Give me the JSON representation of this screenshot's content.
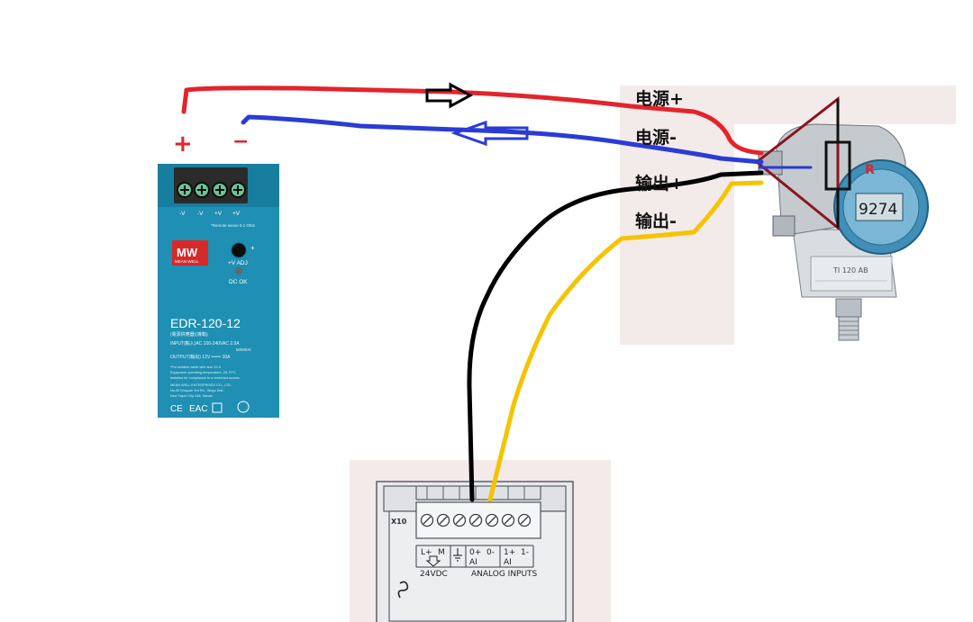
{
  "power_supply": {
    "polarity_plus": "+",
    "polarity_minus": "−",
    "terminals": [
      "-V",
      "-V",
      "+V",
      "+V"
    ],
    "terminal_note": "*Remote sense 5.1 Ohm",
    "brand": "MW",
    "brand_sub": "MEAN WELL",
    "adj_label": "+V ADJ",
    "adj_plus": "+",
    "led_label": "DC OK",
    "model": "EDR-120-12",
    "model_sub": "(電源供應器)(導軌)",
    "input_line": "INPUT(輸入)AC 100-240VAC  2.0A",
    "freq_line": "50/60Hz",
    "output_line": "OUTPUT(輸出)  12V  ═══  10A",
    "notes": [
      "*For suitable cable wire size 12-0",
      "Equipment operating temperature -25-70°C",
      "Installed for compliance to a restricted access",
      "MEAN WELL ENTERPRISES CO., LTD.",
      "No.28 Wuquan 3rd Rd., Wugu Dist.,",
      "New Taipei City 248, Taiwan"
    ],
    "cert_marks": [
      "CE",
      "EAC"
    ]
  },
  "transmitter_panel": {
    "labels": [
      "电源+",
      "电源-",
      "输出+",
      "输出-"
    ],
    "resistor_label": "R",
    "display_value": "9274",
    "nameplate_text": "TI 120 AB"
  },
  "plc_module": {
    "connector_id": "X10",
    "terminal_labels_top": [
      "L+",
      "M",
      "",
      "0+",
      "0-",
      "1+",
      "1-"
    ],
    "ai_label_1": "AI",
    "ai_label_2": "AI",
    "supply_label": "24VDC",
    "inputs_label": "ANALOG INPUTS"
  },
  "colors": {
    "wire_red": "#e4232b",
    "wire_blue": "#2a3bd6",
    "wire_black": "#000000",
    "wire_yellow": "#f5c400",
    "psu_body": "#1f8fb3",
    "panel_bg": "#f2e9e9"
  }
}
